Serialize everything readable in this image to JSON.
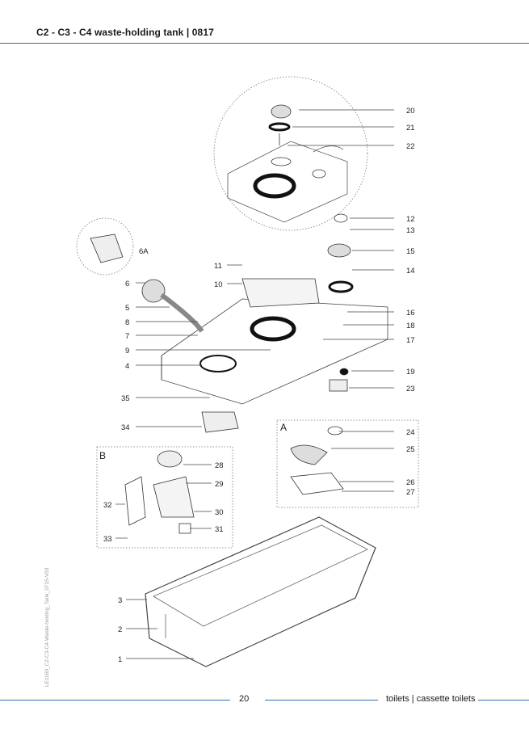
{
  "header": {
    "title": "C2 - C3 - C4 waste-holding tank | 0817"
  },
  "footer": {
    "page_number": "20",
    "section": "toilets | cassette toilets"
  },
  "side_note": "LE1160_C2-C3-C4-Waste-holding_Tank_0715-V03",
  "diagram": {
    "group_labels": [
      "A",
      "B"
    ],
    "callouts": [
      "20",
      "21",
      "22",
      "12",
      "13",
      "15",
      "14",
      "16",
      "18",
      "17",
      "19",
      "23",
      "24",
      "25",
      "26",
      "27",
      "6A",
      "11",
      "10",
      "6",
      "5",
      "8",
      "7",
      "9",
      "4",
      "35",
      "34",
      "28",
      "29",
      "30",
      "31",
      "32",
      "33",
      "3",
      "2",
      "1"
    ]
  }
}
